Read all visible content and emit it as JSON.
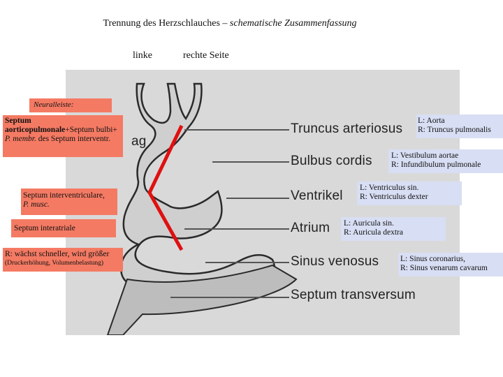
{
  "title": {
    "main": "Trennung des Herzschlauches –",
    "sub": "schematische Zusammenfassung"
  },
  "sides": {
    "left": "linke",
    "right": "rechte Seite"
  },
  "figure": {
    "structures": [
      "Truncus arteriosus",
      "Bulbus cordis",
      "Ventrikel",
      "Atrium",
      "Sinus venosus",
      "Septum transversum"
    ],
    "fragment": "ag"
  },
  "left_notes": {
    "neural": "Neuralleiste:",
    "septum_ap": {
      "bold": "Septum aorticopulmonale",
      "rest1": "+Septum bulbi+ ",
      "italic": "P. membr.",
      "rest2": " des Septum interventr."
    },
    "septum_iv": {
      "normal": "Septum interventriculare,",
      "italic": "P. musc."
    },
    "septum_ia": "Septum interatriale",
    "sinus": {
      "line1": "R: wächst schneller, wird größer",
      "line2": "(Druckerhöhung, Volumenbelastung)"
    }
  },
  "right_notes": {
    "truncus": {
      "l": "L: Aorta",
      "r": "R: Truncus pulmonalis"
    },
    "bulbus": {
      "l": "L: Vestibulum aortae",
      "r": "R: Infundibulum pulmonale"
    },
    "ventrikel": {
      "l": "L: Ventriculus sin.",
      "r": "R: Ventriculus dexter"
    },
    "atrium": {
      "l": "L: Auricula sin.",
      "r": "R: Auricula dextra"
    },
    "sinus": {
      "l": "L: Sinus coronarius,",
      "r": "R: Sinus venarum cavarum"
    }
  },
  "colors": {
    "note_red": "#f47a63",
    "note_blue": "#d8def3",
    "septum_line": "#e01010"
  }
}
